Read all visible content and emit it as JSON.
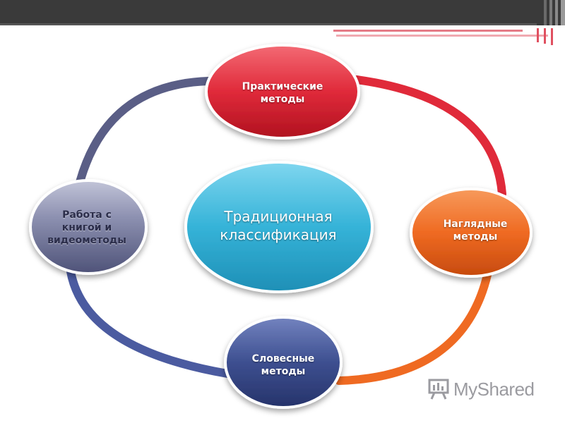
{
  "diagram": {
    "center": {
      "label": "Традиционная\nклассификация",
      "color": "#35b3d8"
    },
    "nodes": [
      {
        "id": "practical",
        "label": "Практические\nметоды",
        "color": "#e02a3a"
      },
      {
        "id": "visual",
        "label": "Наглядные\nметоды",
        "color": "#ef6a22"
      },
      {
        "id": "verbal",
        "label": "Словесные\nметоды",
        "color": "#3d4f90"
      },
      {
        "id": "book-video",
        "label": "Работа с\nкнигой и\nвидеометоды",
        "color": "#4e5278"
      }
    ],
    "ring_colors": {
      "top_right": "#e02a3a",
      "right_bottom": "#ef6a22",
      "bottom_left": "#4b5ba0",
      "left_top": "#5a5e86"
    },
    "header_bar_color": "#3a3a3a",
    "accent_color": "#e0475a"
  },
  "watermark": {
    "text": "MyShared"
  }
}
